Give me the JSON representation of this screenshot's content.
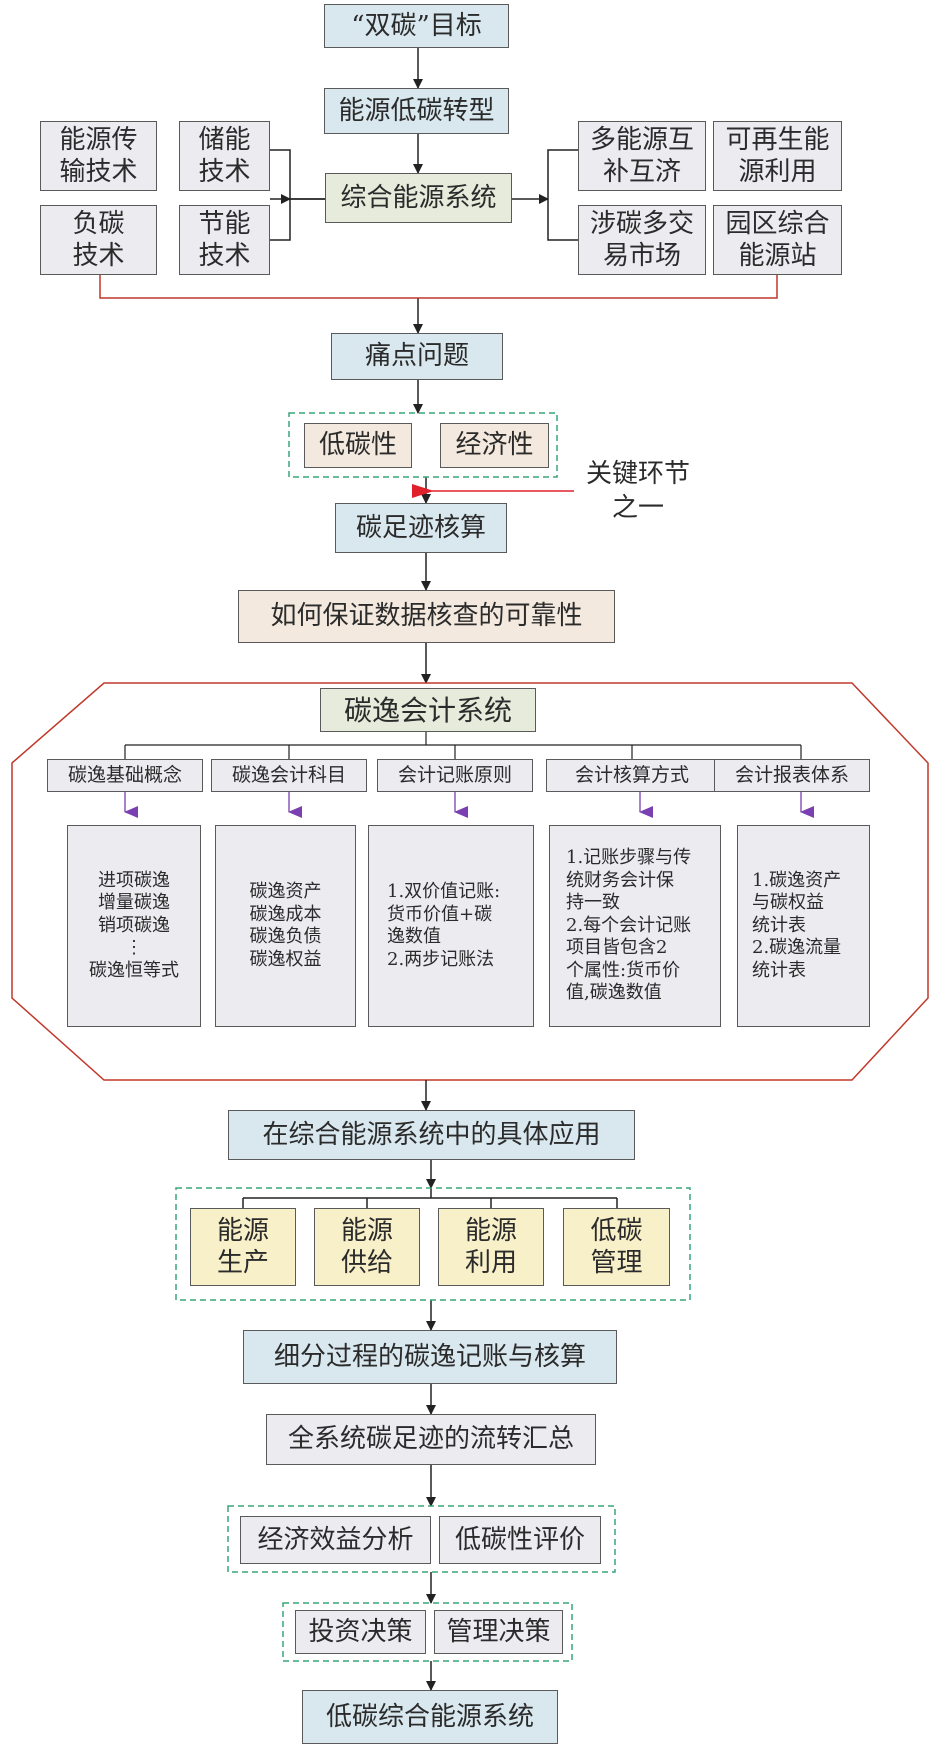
{
  "nodes": {
    "shuang_tan": "“双碳”目标",
    "energy_transition": "能源低碳转型",
    "integrated_energy": "综合能源系统",
    "transmission_tech": "能源传\n输技术",
    "negative_carbon": "负碳\n技术",
    "storage": "储能\n技术",
    "saving": "节能\n技术",
    "multi_energy": "多能源互\n补互济",
    "renewable": "可再生能\n源利用",
    "carbon_trading": "涉碳多交\n易市场",
    "park_station": "园区综合\n能源站",
    "pain_points": "痛点问题",
    "low_carbon": "低碳性",
    "economy": "经济性",
    "key_link": "关键环节\n之一",
    "footprint_accounting": "碳足迹核算",
    "reliability": "如何保证数据核查的可靠性",
    "accounting_system": "碳逸会计系统",
    "application": "在综合能源系统中的具体应用",
    "subdivided": "细分过程的碳逸记账与核算",
    "summary": "全系统碳足迹的流转汇总",
    "econ_analysis": "经济效益分析",
    "lowcarbon_eval": "低碳性评价",
    "invest_decision": "投资决策",
    "mgmt_decision": "管理决策",
    "final": "低碳综合能源系统"
  },
  "accounting_columns": [
    {
      "title": "碳逸基础概念",
      "body": "进项碳逸\n增量碳逸\n销项碳逸\n⋮\n碳逸恒等式"
    },
    {
      "title": "碳逸会计科目",
      "body": "碳逸资产\n碳逸成本\n碳逸负债\n碳逸权益"
    },
    {
      "title": "会计记账原则",
      "body": "1.双价值记账:\n  货币价值+碳\n  逸数值\n2.两步记账法"
    },
    {
      "title": "会计核算方式",
      "body": "1.记账步骤与传\n  统财务会计保\n  持一致\n2.每个会计记账\n  项目皆包含2\n  个属性:货币价\n  值,碳逸数值"
    },
    {
      "title": "会计报表体系",
      "body": "1.碳逸资产\n  与碳权益\n  统计表\n2.碳逸流量\n  统计表"
    }
  ],
  "application_items": [
    "能源\n生产",
    "能源\n供给",
    "能源\n利用",
    "低碳\n管理"
  ],
  "colors": {
    "box_blue": "#d9e8ef",
    "box_gray": "#ecebf0",
    "box_beige": "#f3e9de",
    "box_yellow": "#f7f0c8",
    "box_green": "#e6ebdc",
    "octagon_border": "#c0392b",
    "dashed_green": "#3aa57a",
    "purple_arrow": "#7a3fb0",
    "red_arrow": "#e0202a"
  }
}
